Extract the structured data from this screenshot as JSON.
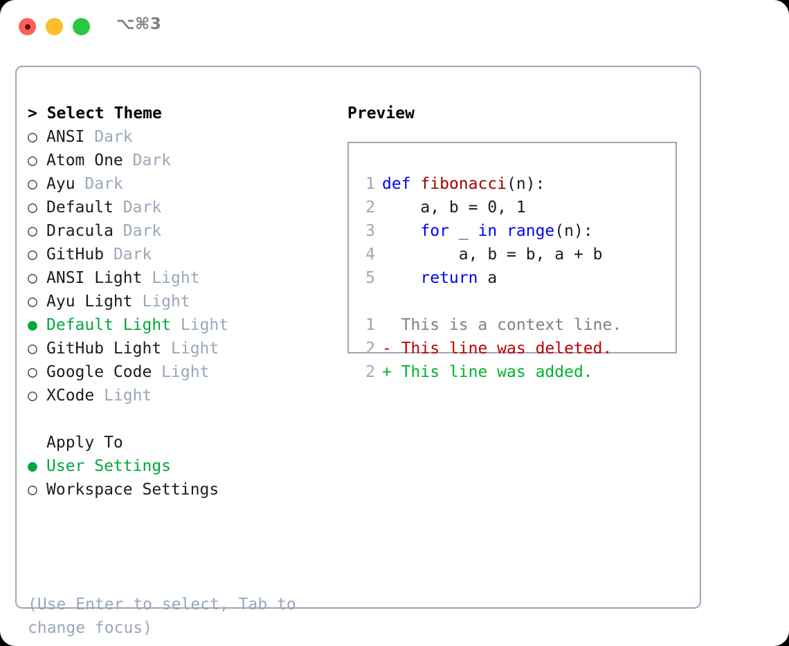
{
  "window": {
    "shortcut": "⌥⌘3",
    "traffic_lights": [
      {
        "name": "close",
        "color": "#ff5f57"
      },
      {
        "name": "minimize",
        "color": "#febc2e"
      },
      {
        "name": "maximize",
        "color": "#28c840"
      }
    ]
  },
  "theme_picker": {
    "prompt": "> Select Theme",
    "bullet_selected": "●",
    "bullet_unselected": "○",
    "accent_color": "#00a63e",
    "badge_color": "#9aa7b8",
    "items": [
      {
        "name": "ANSI",
        "badge": "Dark",
        "selected": false
      },
      {
        "name": "Atom One",
        "badge": "Dark",
        "selected": false
      },
      {
        "name": "Ayu",
        "badge": "Dark",
        "selected": false
      },
      {
        "name": "Default",
        "badge": "Dark",
        "selected": false
      },
      {
        "name": "Dracula",
        "badge": "Dark",
        "selected": false
      },
      {
        "name": "GitHub",
        "badge": "Dark",
        "selected": false
      },
      {
        "name": "ANSI Light",
        "badge": "Light",
        "selected": false
      },
      {
        "name": "Ayu Light",
        "badge": "Light",
        "selected": false
      },
      {
        "name": "Default Light",
        "badge": "Light",
        "selected": true
      },
      {
        "name": "GitHub Light",
        "badge": "Light",
        "selected": false
      },
      {
        "name": "Google Code",
        "badge": "Light",
        "selected": false
      },
      {
        "name": "XCode",
        "badge": "Light",
        "selected": false
      }
    ]
  },
  "apply_to": {
    "title": "Apply To",
    "items": [
      {
        "name": "User Settings",
        "selected": true
      },
      {
        "name": "Workspace Settings",
        "selected": false
      }
    ]
  },
  "hint": "(Use Enter to select, Tab to change focus)",
  "preview": {
    "title": "Preview",
    "code": [
      {
        "lineno": "1",
        "tokens": [
          {
            "t": "def",
            "c": "kw"
          },
          {
            "t": " ",
            "c": "plain"
          },
          {
            "t": "fibonacci",
            "c": "fn"
          },
          {
            "t": "(n):",
            "c": "plain"
          }
        ]
      },
      {
        "lineno": "2",
        "tokens": [
          {
            "t": "    a, b = 0, 1",
            "c": "plain"
          }
        ]
      },
      {
        "lineno": "3",
        "tokens": [
          {
            "t": "    ",
            "c": "plain"
          },
          {
            "t": "for",
            "c": "kw"
          },
          {
            "t": " _ ",
            "c": "plain"
          },
          {
            "t": "in",
            "c": "kw"
          },
          {
            "t": " ",
            "c": "plain"
          },
          {
            "t": "range",
            "c": "builtin"
          },
          {
            "t": "(n):",
            "c": "plain"
          }
        ]
      },
      {
        "lineno": "4",
        "tokens": [
          {
            "t": "        a, b = b, a + b",
            "c": "plain"
          }
        ]
      },
      {
        "lineno": "5",
        "tokens": [
          {
            "t": "    ",
            "c": "plain"
          },
          {
            "t": "return",
            "c": "kw"
          },
          {
            "t": " a",
            "c": "plain"
          }
        ]
      }
    ],
    "diff": [
      {
        "lineno": "1",
        "marker": " ",
        "text": "This is a context line.",
        "kind": "ctx"
      },
      {
        "lineno": "2",
        "marker": "-",
        "text": "This line was deleted.",
        "kind": "del"
      },
      {
        "lineno": "2",
        "marker": "+",
        "text": "This line was added.",
        "kind": "add"
      }
    ]
  }
}
